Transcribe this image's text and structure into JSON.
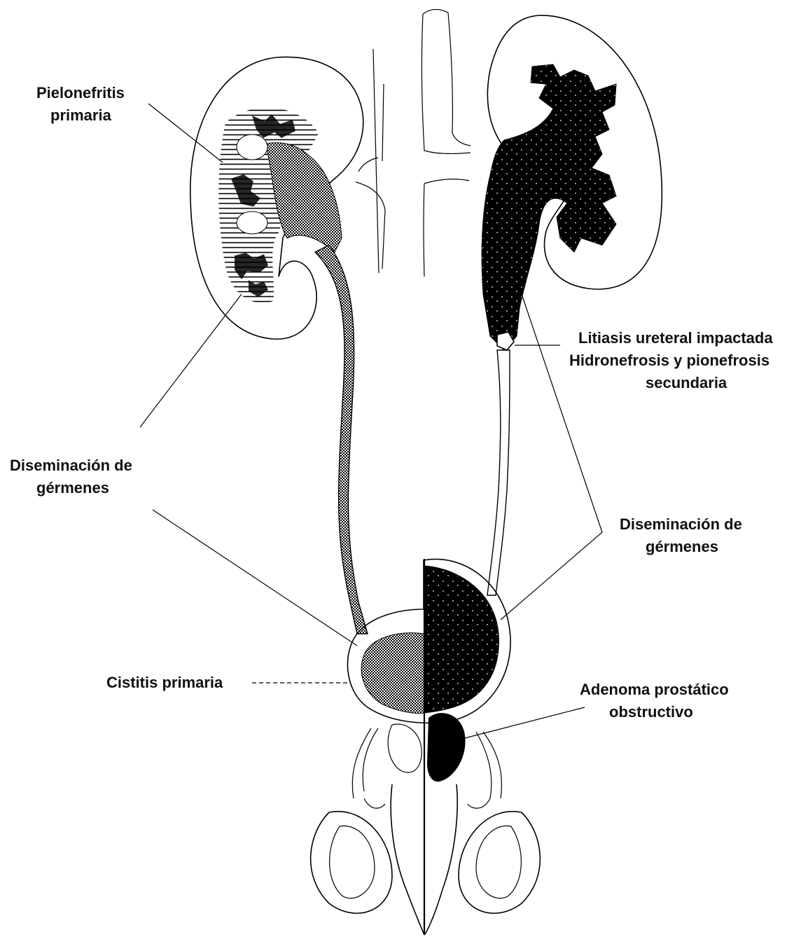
{
  "colors": {
    "ink": "#000000",
    "paper": "#ffffff"
  },
  "labels": {
    "pielonefritis_1": "Pielonefritis",
    "pielonefritis_2": "primaria",
    "diseminacion_left_1": "Diseminación de",
    "diseminacion_left_2": "gérmenes",
    "cistitis": "Cistitis primaria",
    "litiasis_1": "Litiasis ureteral impactada",
    "litiasis_2": "Hidronefrosis y pionefrosis",
    "litiasis_3": "secundaria",
    "diseminacion_right_1": "Diseminación de",
    "diseminacion_right_2": "gérmenes",
    "adenoma_1": "Adenoma prostático",
    "adenoma_2": "obstructivo"
  }
}
